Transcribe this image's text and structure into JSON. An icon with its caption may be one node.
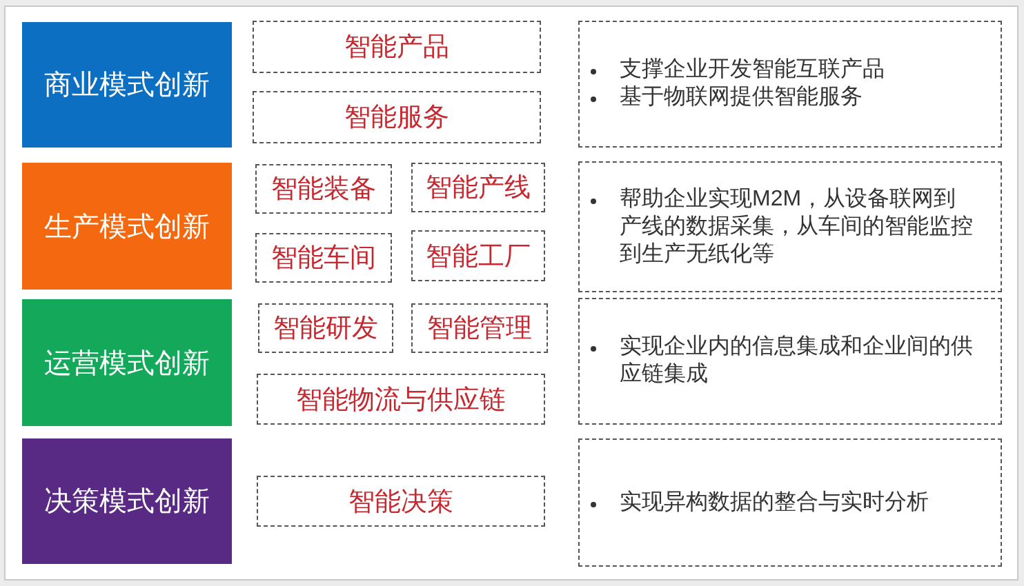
{
  "diagram": {
    "nodes": [
      {
        "text": [
          "商业模式创新"
        ]
      },
      {
        "text": [
          "智能产品"
        ]
      },
      {
        "text": [
          "智能服务"
        ]
      },
      {
        "text": [
          "支撑企业开发智能互联产品",
          "基于物联网提供智能服务"
        ]
      },
      {
        "text": [
          "生产模式创新"
        ]
      },
      {
        "text": [
          "智能装备"
        ]
      },
      {
        "text": [
          "智能产线"
        ]
      },
      {
        "text": [
          "智能车间"
        ]
      },
      {
        "text": [
          "智能工厂"
        ]
      },
      {
        "text": [
          "帮助企业实现M2M，从设备联网到产线的数据采集，从车间的智能监控到生产无纸化等"
        ]
      },
      {
        "text": [
          "运营模式创新"
        ]
      },
      {
        "text": [
          "智能研发"
        ]
      },
      {
        "text": [
          "智能管理"
        ]
      },
      {
        "text": [
          "智能物流与供应链"
        ]
      },
      {
        "text": [
          "实现企业内的信息集成和企业间的供应链集成"
        ]
      },
      {
        "text": [
          "决策模式创新"
        ]
      },
      {
        "text": [
          "智能决策"
        ]
      },
      {
        "text": [
          "实现异构数据的整合与实时分析"
        ]
      }
    ]
  }
}
